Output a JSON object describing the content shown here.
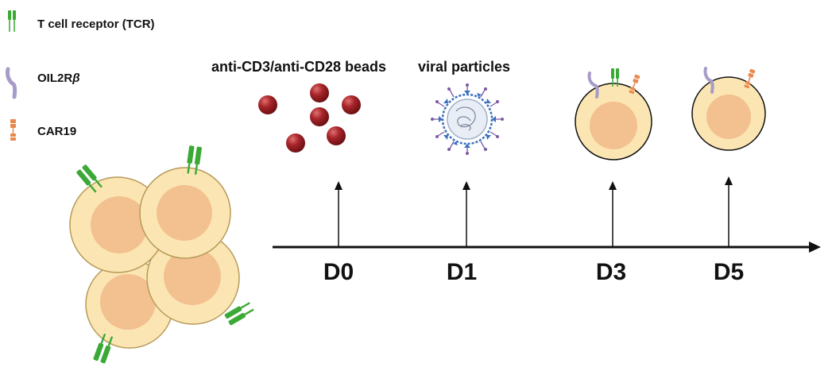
{
  "legend": {
    "tcr_label": "T cell receptor (TCR)",
    "oil2rb_label": "OIL2R",
    "oil2rb_beta": "β",
    "car19_label": "CAR19"
  },
  "steps": {
    "beads_label": "anti-CD3/anti-CD28 beads",
    "viral_label": "viral particles"
  },
  "timeline": {
    "days": [
      "D0",
      "D1",
      "D3",
      "D5"
    ]
  },
  "colors": {
    "tcr_green": "#3aa935",
    "oil2rb_purple": "#a79bc9",
    "car19_orange": "#e8894f",
    "cell_outer": "#fbe6b3",
    "cell_outline": "#b89a5a",
    "nucleus": "#f3c08f",
    "bead": "#9c1b1f",
    "virus_spike": "#3a6fbf",
    "virus_knob": "#7b5aa6",
    "axis": "#111111"
  },
  "icons": {
    "tcr": "tcr-receptor-icon",
    "oil2rb": "oil2rb-receptor-icon",
    "car19": "car19-receptor-icon",
    "bead": "magnetic-bead-icon",
    "virus": "viral-particle-icon",
    "cell": "t-cell-icon"
  }
}
